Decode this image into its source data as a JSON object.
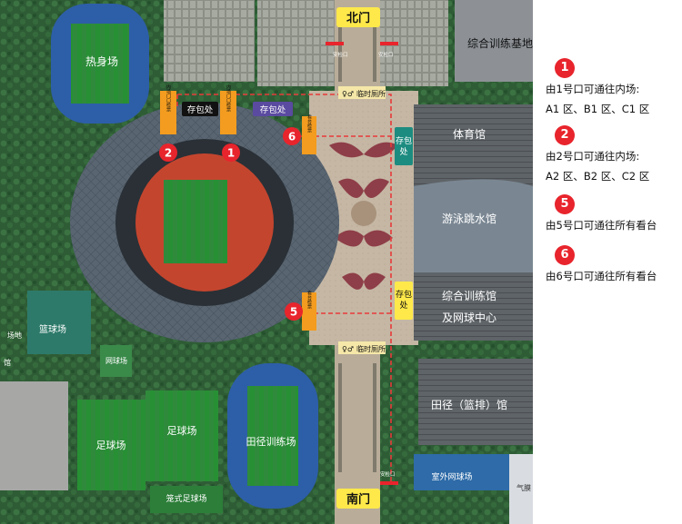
{
  "map": {
    "buildings": {
      "warmup_field": "热身场",
      "gym": "体育馆",
      "aquatics": "游泳跳水馆",
      "training_base": "综合训练基地",
      "training_hall_line1": "综合训练馆",
      "training_hall_line2": "及网球中心",
      "basketball_court": "篮球场",
      "tennis_court": "网球场",
      "football_1": "足球场",
      "football_2": "足球场",
      "five_a_side": "笼式足球场",
      "track_training": "田径训练场",
      "athletics_hall": "田径（篮排）馆",
      "outdoor_tennis": "室外网球场",
      "left_edge_1": "场地",
      "left_edge_2": "馆",
      "right_edge": "气膜"
    },
    "gates": {
      "north": "北门",
      "south": "南门"
    },
    "checkpoints": {
      "label": "安检口"
    },
    "toilets": {
      "label": "临时厕所"
    },
    "bag_storage": {
      "label": "存包处"
    },
    "entrance_labels": {
      "gate1": "内场门口检票",
      "gate2": "内场门口检票",
      "stand": "看台检票"
    },
    "markers": {
      "m1": "1",
      "m2": "2",
      "m5": "5",
      "m6": "6"
    }
  },
  "legend": {
    "items": [
      {
        "num": "1",
        "line1": "由1号口可通往内场:",
        "line2": "A1 区、B1 区、C1 区"
      },
      {
        "num": "2",
        "line1": "由2号口可通往内场:",
        "line2": "A2 区、B2 区、C2 区"
      },
      {
        "num": "5",
        "line1": "由5号口可通往所有看台",
        "line2": ""
      },
      {
        "num": "6",
        "line1": "由6号口可通往所有看台",
        "line2": ""
      }
    ]
  },
  "colors": {
    "marker_red": "#e8242c",
    "gate_yellow": "#ffe94a",
    "entrance_orange": "#f39c1f",
    "bag_teal": "#1d8c80",
    "bag_purple": "#5a4aa0",
    "route_dashed_red": "#e83a3a",
    "aerial_green": "#2f5d3a"
  }
}
